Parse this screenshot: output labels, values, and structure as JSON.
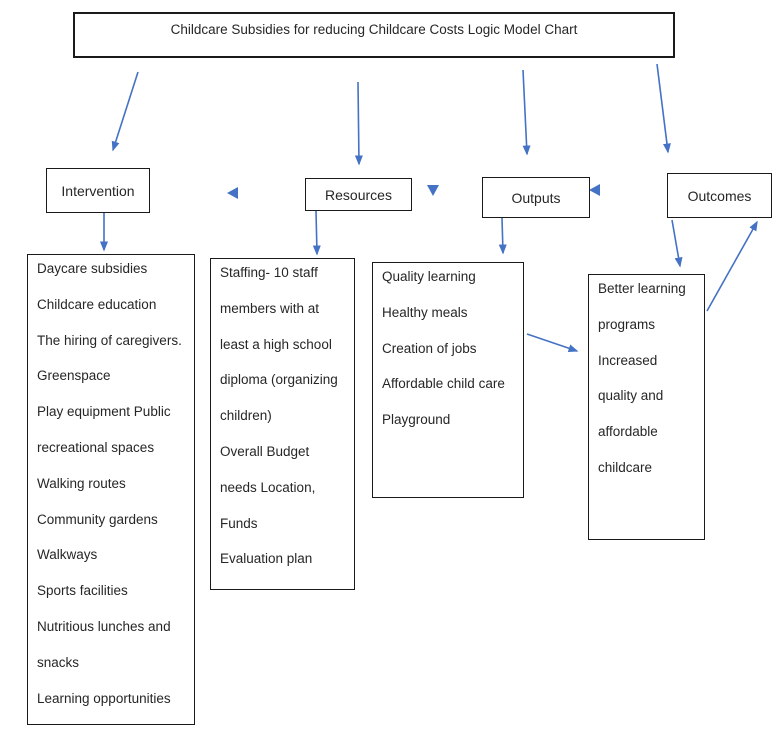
{
  "title": "Childcare Subsidies for reducing Childcare Costs Logic Model Chart",
  "colors": {
    "arrow": "#4472C4",
    "border": "#1a1a1a",
    "text": "#262626"
  },
  "columns": [
    {
      "header": "Intervention",
      "lines": [
        "Daycare subsidies",
        "Childcare education",
        "The hiring of caregivers.",
        "Greenspace",
        "Play equipment Public",
        "recreational spaces",
        "Walking routes",
        "Community gardens",
        "Walkways",
        "Sports facilities",
        "Nutritious lunches and",
        "snacks",
        "Learning opportunities"
      ]
    },
    {
      "header": "Resources",
      "lines": [
        "Staffing- 10 staff",
        "members with at",
        "least a high school",
        "diploma (organizing",
        "children)",
        "Overall Budget",
        "needs Location,",
        "Funds",
        "Evaluation plan"
      ]
    },
    {
      "header": "Outputs",
      "lines": [
        "Quality learning",
        "Healthy meals",
        "Creation of jobs",
        "Affordable child care",
        "Playground"
      ]
    },
    {
      "header": "Outcomes",
      "lines": [
        "Better learning",
        "programs",
        "Increased",
        "quality and",
        "affordable",
        "childcare"
      ]
    }
  ]
}
